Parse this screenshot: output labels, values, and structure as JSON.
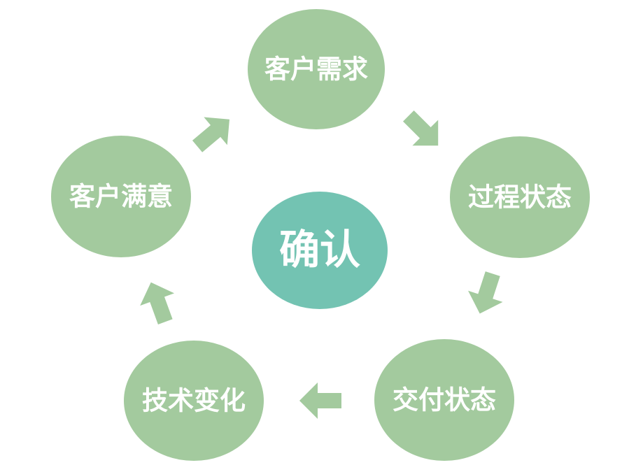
{
  "diagram": {
    "center": {
      "label": "确认",
      "color": "#73c3b2"
    },
    "node_color": "#a3ca9e",
    "arrow_color": "#a3ca9e",
    "nodes": [
      {
        "id": "customer-demand",
        "label": "客户需求"
      },
      {
        "id": "process-status",
        "label": "过程状态"
      },
      {
        "id": "delivery-status",
        "label": "交付状态"
      },
      {
        "id": "technical-change",
        "label": "技术变化"
      },
      {
        "id": "customer-satisfaction",
        "label": "客户满意"
      }
    ],
    "flow": [
      {
        "from": "customer-demand",
        "to": "process-status"
      },
      {
        "from": "process-status",
        "to": "delivery-status"
      },
      {
        "from": "delivery-status",
        "to": "technical-change"
      },
      {
        "from": "technical-change",
        "to": "customer-satisfaction"
      },
      {
        "from": "customer-satisfaction",
        "to": "customer-demand"
      }
    ]
  }
}
